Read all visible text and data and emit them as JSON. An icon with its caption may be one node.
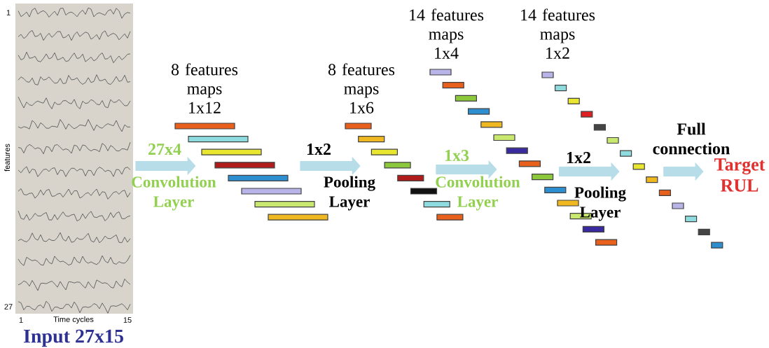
{
  "diagram": {
    "nodes": [
      {
        "text": [
          "Input 27x15"
        ],
        "beside": [
          "1",
          "features",
          "27",
          "1",
          "Time cycles",
          "15"
        ]
      },
      {
        "text": [
          "8 features maps 1x12"
        ]
      },
      {
        "text": [
          "8 features maps 1x6"
        ]
      },
      {
        "text": [
          "14 features maps 1x4"
        ]
      },
      {
        "text": [
          "14 features maps 1x2"
        ]
      },
      {
        "text": [
          "Target RUL"
        ]
      }
    ],
    "edges": [
      {
        "from": 0,
        "to": 1,
        "arrow": "to",
        "label": "27x4"
      },
      {
        "from": 1,
        "to": 2,
        "arrow": "to",
        "label": "1x2"
      },
      {
        "from": 2,
        "to": 3,
        "arrow": "to",
        "label": "1x3"
      },
      {
        "from": 3,
        "to": 4,
        "arrow": "to",
        "label": "1x2"
      },
      {
        "from": 4,
        "to": 5,
        "arrow": "to",
        "label": "Full connection"
      }
    ],
    "labels": [
      "Convolution Layer",
      "Pooling Layer",
      "Convolution Layer",
      "Pooling Layer"
    ]
  }
}
